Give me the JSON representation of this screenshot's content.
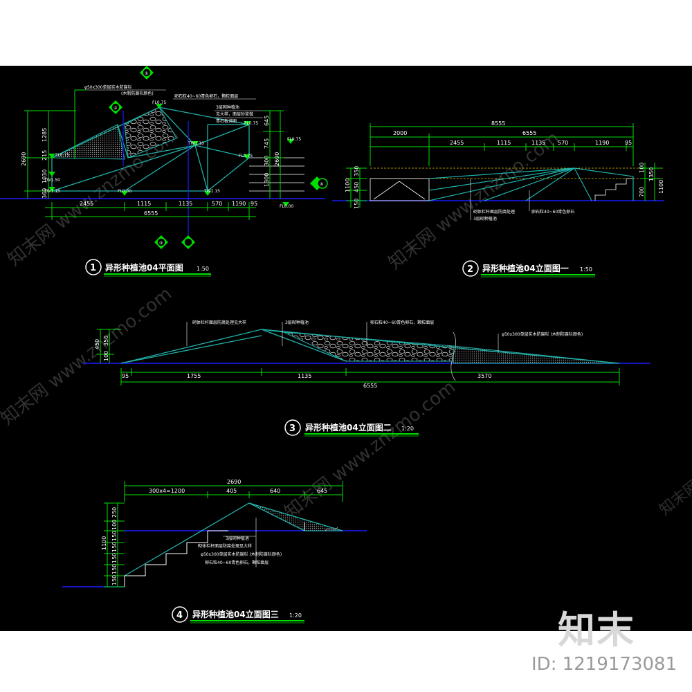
{
  "watermarks": {
    "site": "知末网 www.znzmo.com",
    "brand": "知末",
    "id": "ID: 1219173081"
  },
  "plan": {
    "number": "1",
    "title": "异形种植池04平面图",
    "scale": "1:50",
    "section_marks": [
      "①",
      "②",
      "③",
      "④"
    ],
    "elev_labels": [
      "FL0.75",
      "FL0.75",
      "FL0.75",
      "TW1.10",
      "FL0.75",
      "FL0.75",
      "TW1.50",
      "TW1.15",
      "FL0.00",
      "TW1.15",
      "FL0.00"
    ],
    "bottom_dims": [
      "2455",
      "1115",
      "1135",
      "570",
      "1190",
      "95"
    ],
    "total": "6555",
    "left_dims": [
      "2690",
      "1285",
      "215",
      "1030",
      "360"
    ],
    "right_dims": [
      "645",
      "745",
      "2690",
      "300",
      "1300"
    ],
    "notes": [
      "φ50x300单层实木防腐栏",
      "(木制防腐栏颜色)",
      "卵石粒40~60青色卵石，颗粒面层",
      "3层砌种植池",
      "见大样，面层砂浆做",
      "青石板详图"
    ]
  },
  "elev1": {
    "number": "2",
    "title": "异形种植池04立面图一",
    "scale": "1:50",
    "top_total": "8555",
    "top_dims": [
      "2000",
      "6555"
    ],
    "mid_dims": [
      "2455",
      "1115",
      "1135",
      "570",
      "1190",
      "95"
    ],
    "left_dims": [
      "1100",
      "450",
      "350",
      "150"
    ],
    "right_dims": [
      "100",
      "1350",
      "700",
      "1100"
    ],
    "notes": [
      "砌体栏杆面层防腐处理",
      "3层砌种植池",
      "卵石粒40~60青色卵石"
    ]
  },
  "elev2": {
    "number": "3",
    "title": "异形种植池04立面图二",
    "scale": "1:20",
    "bottom_dims": [
      "95",
      "1755",
      "1135",
      "3570"
    ],
    "total": "6555",
    "left_dims": [
      "450",
      "350",
      "100"
    ],
    "notes": [
      "砌体栏杆面层防腐处理见大样",
      "3层砌种植池",
      "卵石粒40~60青色卵石，颗粒面层",
      "φ50x300单层实木防腐栏 (木制防腐栏颜色)"
    ]
  },
  "elev3": {
    "number": "4",
    "title": "异形种植池04立面图三",
    "scale": "1:20",
    "top_total": "2690",
    "top_dims": [
      "300x4=1200",
      "405",
      "640",
      "645"
    ],
    "left_dims": [
      "1100",
      "250",
      "100",
      "150",
      "150",
      "150",
      "150",
      "150",
      "150"
    ],
    "notes": [
      "3层砌种植池",
      "砌体栏杆面层防腐处理见大样",
      "φ50x300单层实木防腐栏 (木制防腐栏颜色)",
      "卵石粒40~60青色卵石，颗粒面层"
    ]
  },
  "colors": {
    "background": "#000000",
    "cyan": "#20b2aa",
    "green": "#00e000",
    "blue": "#1a1aff",
    "white": "#ffffff",
    "yellow": "#e0c000"
  }
}
